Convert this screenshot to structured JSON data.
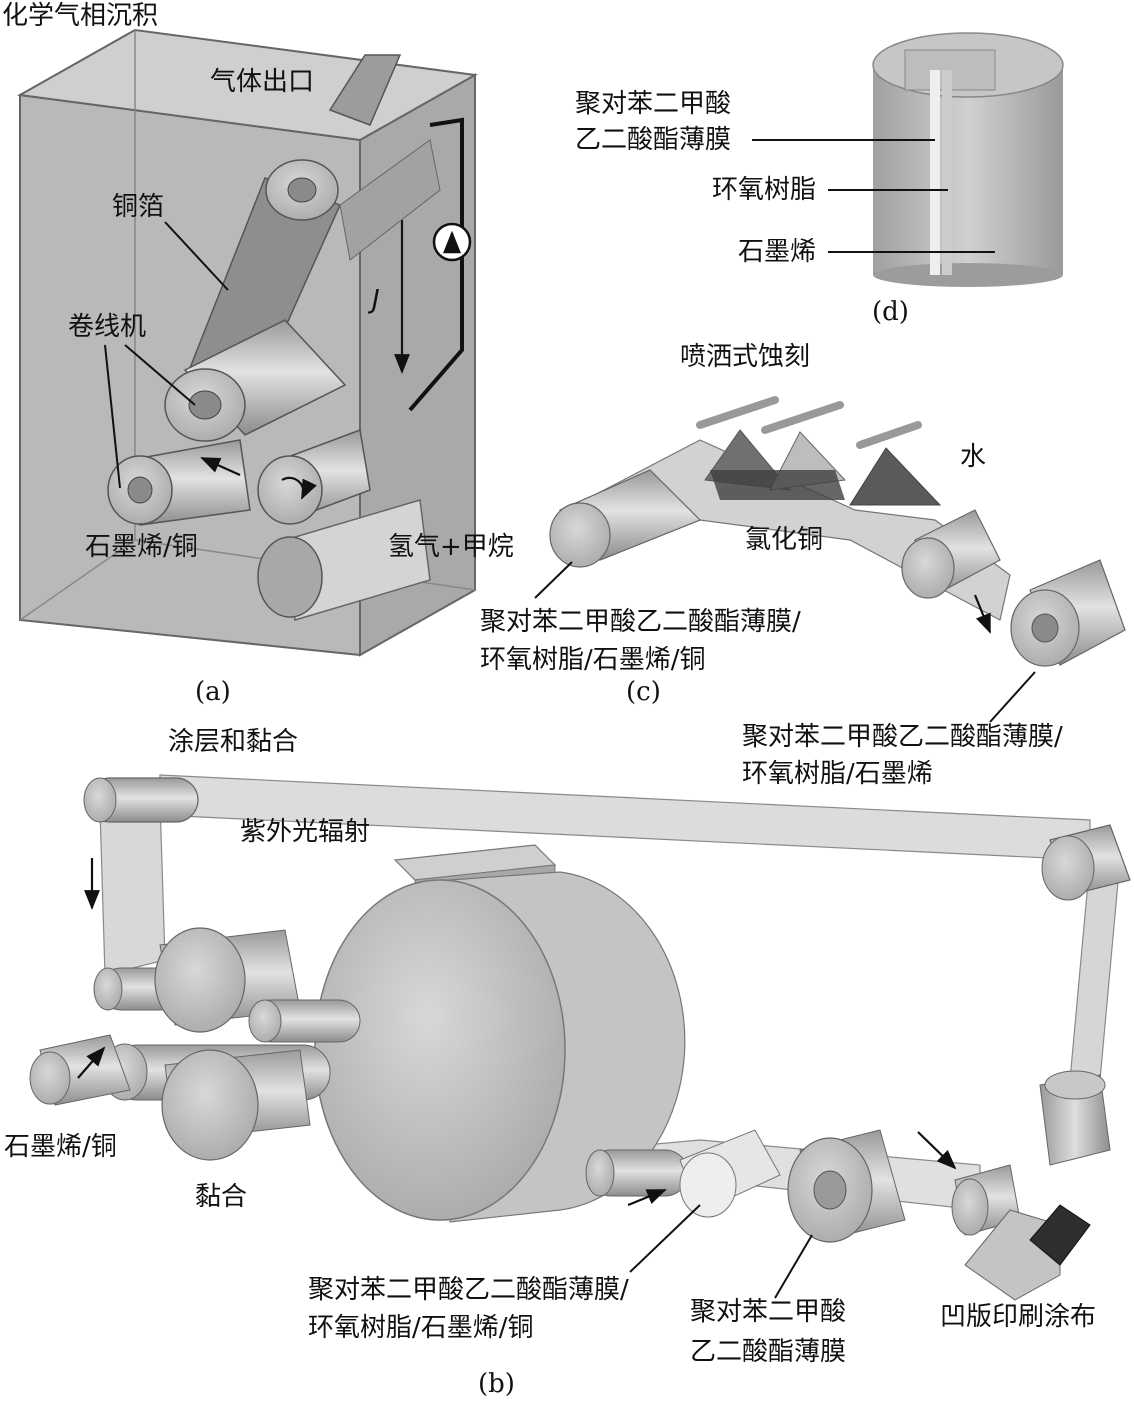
{
  "panel_a": {
    "title": "化学气相沉积",
    "gas_outlet": "气体出口",
    "copper_foil": "铜箔",
    "winder": "卷线机",
    "current_symbol": "J",
    "graphene_copper": "石墨烯/铜",
    "hydrogen_methane": "氢气+甲烷",
    "caption": "(a)"
  },
  "panel_b": {
    "coating_bonding": "涂层和黏合",
    "uv_radiation": "紫外光辐射",
    "graphene_copper": "石墨烯/铜",
    "bonding": "黏合",
    "pet_epoxy_graphene_copper_line1": "聚对苯二甲酸乙二酸酯薄膜/",
    "pet_epoxy_graphene_copper_line2": "环氧树脂/石墨烯/铜",
    "pet_film_line1": "聚对苯二甲酸",
    "pet_film_line2": "乙二酸酯薄膜",
    "gravure_coating": "凹版印刷涂布",
    "caption": "(b)"
  },
  "panel_c": {
    "spray_etching": "喷洒式蚀刻",
    "water": "水",
    "copper_chloride": "氯化铜",
    "pet_epoxy_graphene_copper_line1": "聚对苯二甲酸乙二酸酯薄膜/",
    "pet_epoxy_graphene_copper_line2": "环氧树脂/石墨烯/铜",
    "pet_epoxy_graphene_line1": "聚对苯二甲酸乙二酸酯薄膜/",
    "pet_epoxy_graphene_line2": "环氧树脂/石墨烯",
    "caption": "(c)"
  },
  "panel_d": {
    "pet_film_line1": "聚对苯二甲酸",
    "pet_film_line2": "乙二酸酯薄膜",
    "epoxy": "环氧树脂",
    "graphene": "石墨烯",
    "caption": "(d)"
  }
}
